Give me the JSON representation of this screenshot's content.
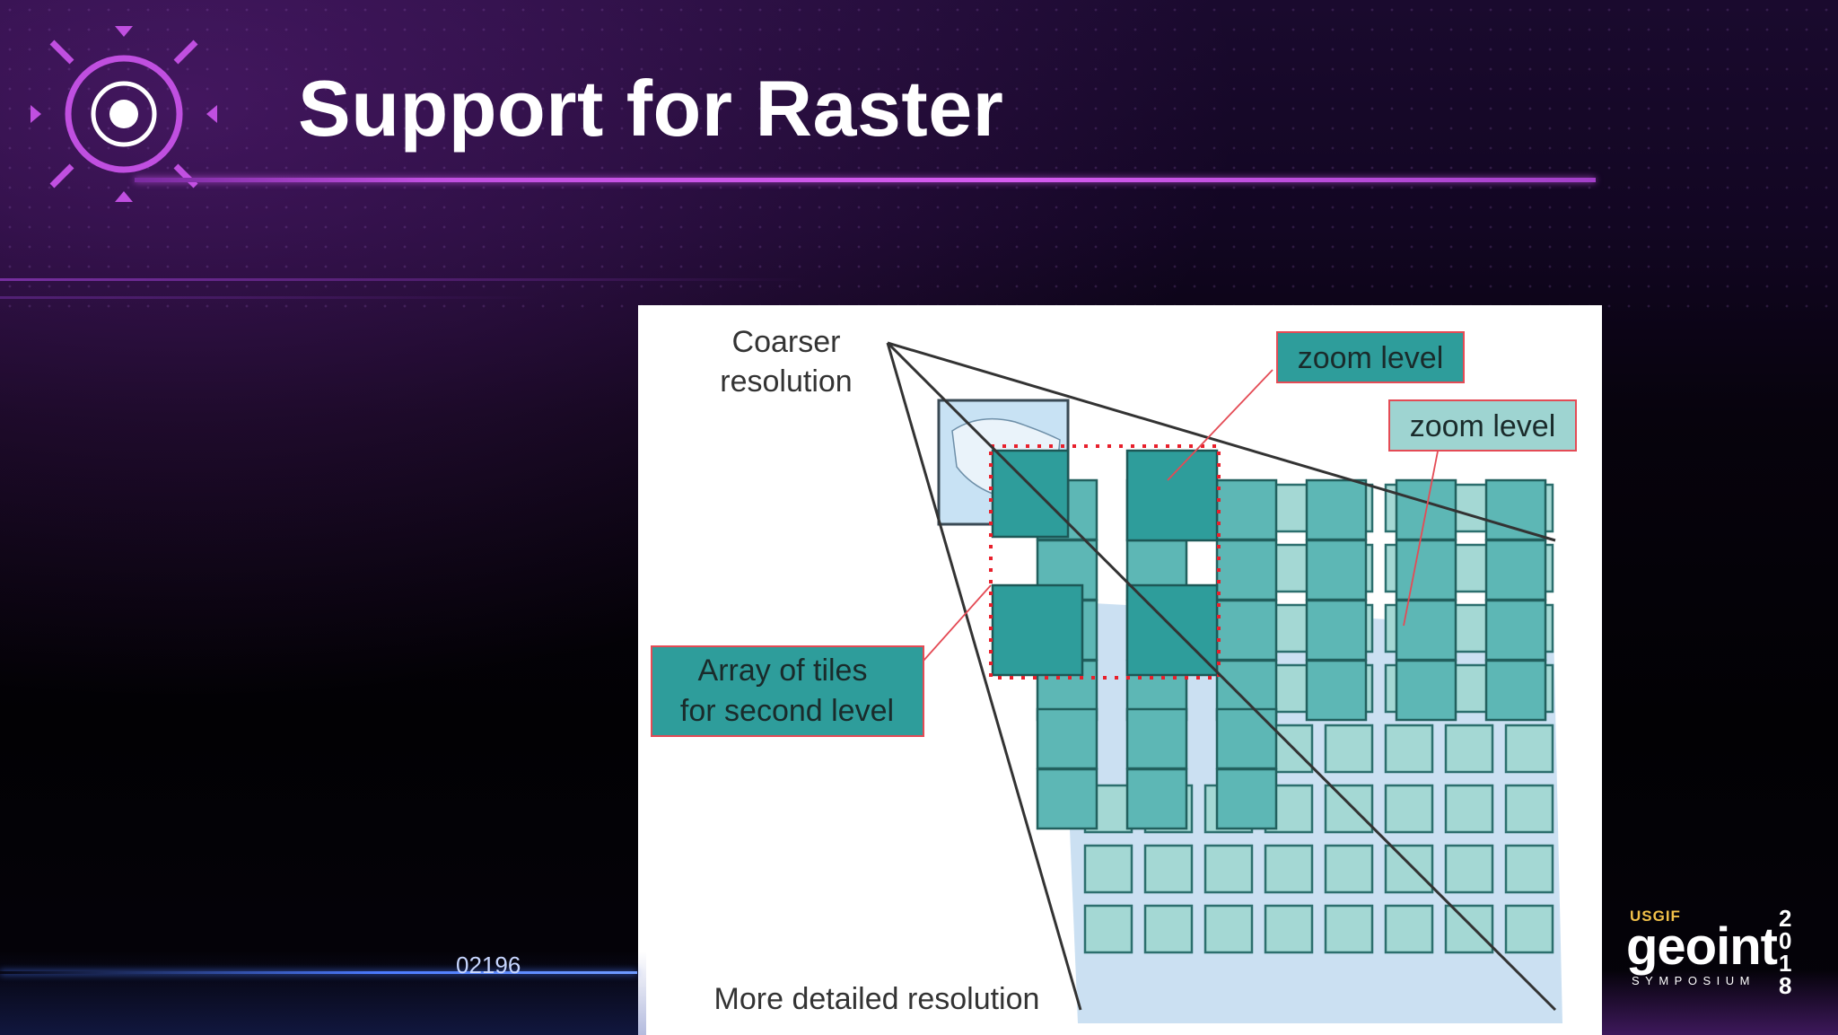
{
  "slide": {
    "title": "Support for Raster"
  },
  "diagram": {
    "label_coarser": [
      "Coarser",
      "resolution"
    ],
    "label_zoom_1": "zoom level",
    "label_zoom_2": "zoom level",
    "label_array": [
      "Array of tiles",
      "for second level"
    ],
    "label_detailed": "More detailed resolution",
    "colors": {
      "tile_dark": "#2e9d9b",
      "tile_mid": "#5db7b5",
      "tile_light": "#9ed4d1",
      "map_blue": "#b9d6ee",
      "highlight_red": "#e8202c"
    },
    "icons": [
      "map-thumbnail-icon"
    ]
  },
  "decor": {
    "counter": "02196",
    "brand": {
      "org": "USGIF",
      "name": "geoint",
      "tagline": "SYMPOSIUM",
      "year": "2018"
    },
    "icons": [
      "target-reticle-icon",
      "logo-pin-icon"
    ]
  }
}
